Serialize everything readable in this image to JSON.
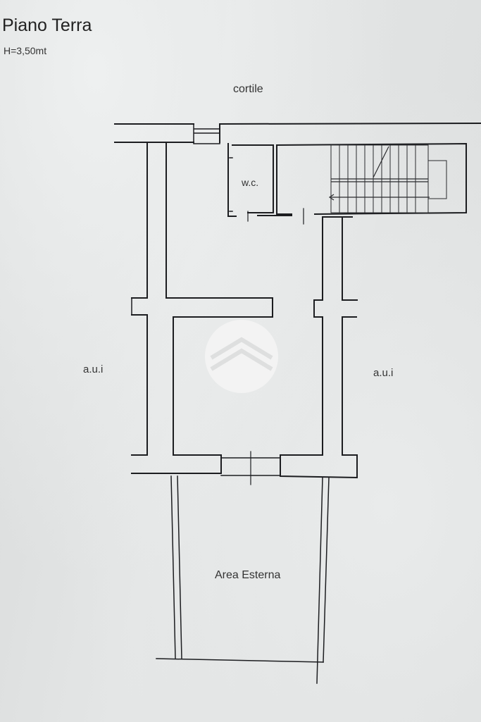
{
  "plan": {
    "title": "Piano Terra",
    "height_note": "H=3,50mt",
    "labels": {
      "courtyard": "cortile",
      "wc": "w.c.",
      "adjacent_left": "a.u.i",
      "adjacent_right": "a.u.i",
      "outdoor_area": "Area Esterna"
    },
    "colors": {
      "line": "#1c1d20",
      "paper": "#dfe0e0"
    },
    "watermark_icon": "house-roof-watermark-icon"
  }
}
